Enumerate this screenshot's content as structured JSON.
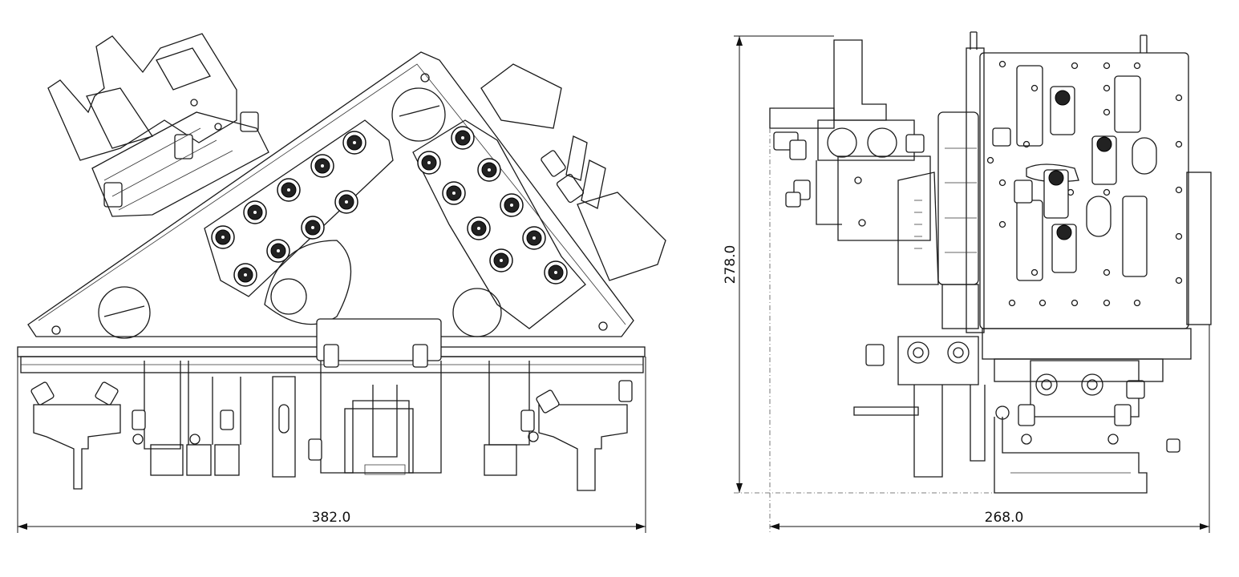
{
  "drawing": {
    "front_view": {
      "width_dimension": "382.0"
    },
    "side_view": {
      "width_dimension": "268.0",
      "height_dimension": "278.0"
    }
  },
  "colors": {
    "line": "#1a1a1a",
    "background": "#ffffff"
  }
}
